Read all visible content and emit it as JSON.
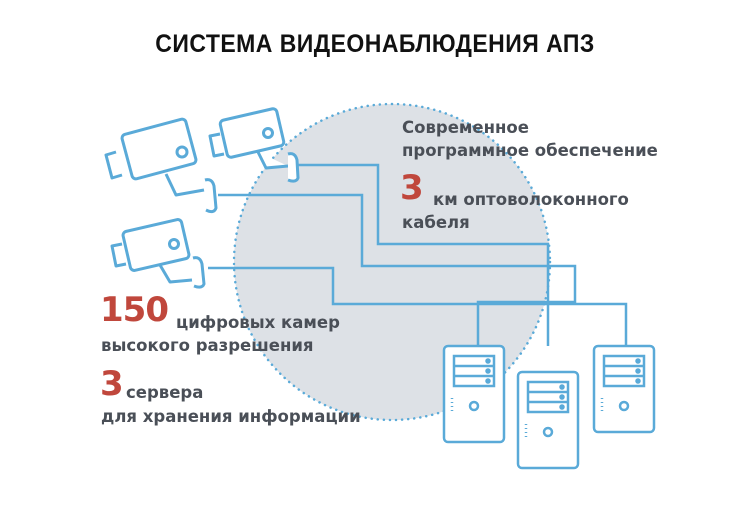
{
  "title": "СИСТЕМА ВИДЕОНАБЛЮДЕНИЯ АПЗ",
  "software": {
    "line1": "Современное",
    "line2": "программное обеспечение"
  },
  "cable": {
    "number": "3",
    "line1": "км оптоволоконного",
    "line2": "кабеля"
  },
  "cameras": {
    "number": "150",
    "line1": "цифровых камер",
    "line2": "высокого разрешения"
  },
  "servers": {
    "number": "3",
    "line1": "сервера",
    "line2": "для хранения информации"
  },
  "colors": {
    "accent": "#c0473c",
    "line_blue": "#5aaad8",
    "circle_fill": "#dde1e6",
    "circle_dots": "#5aaad8",
    "text": "#4a4f57"
  }
}
